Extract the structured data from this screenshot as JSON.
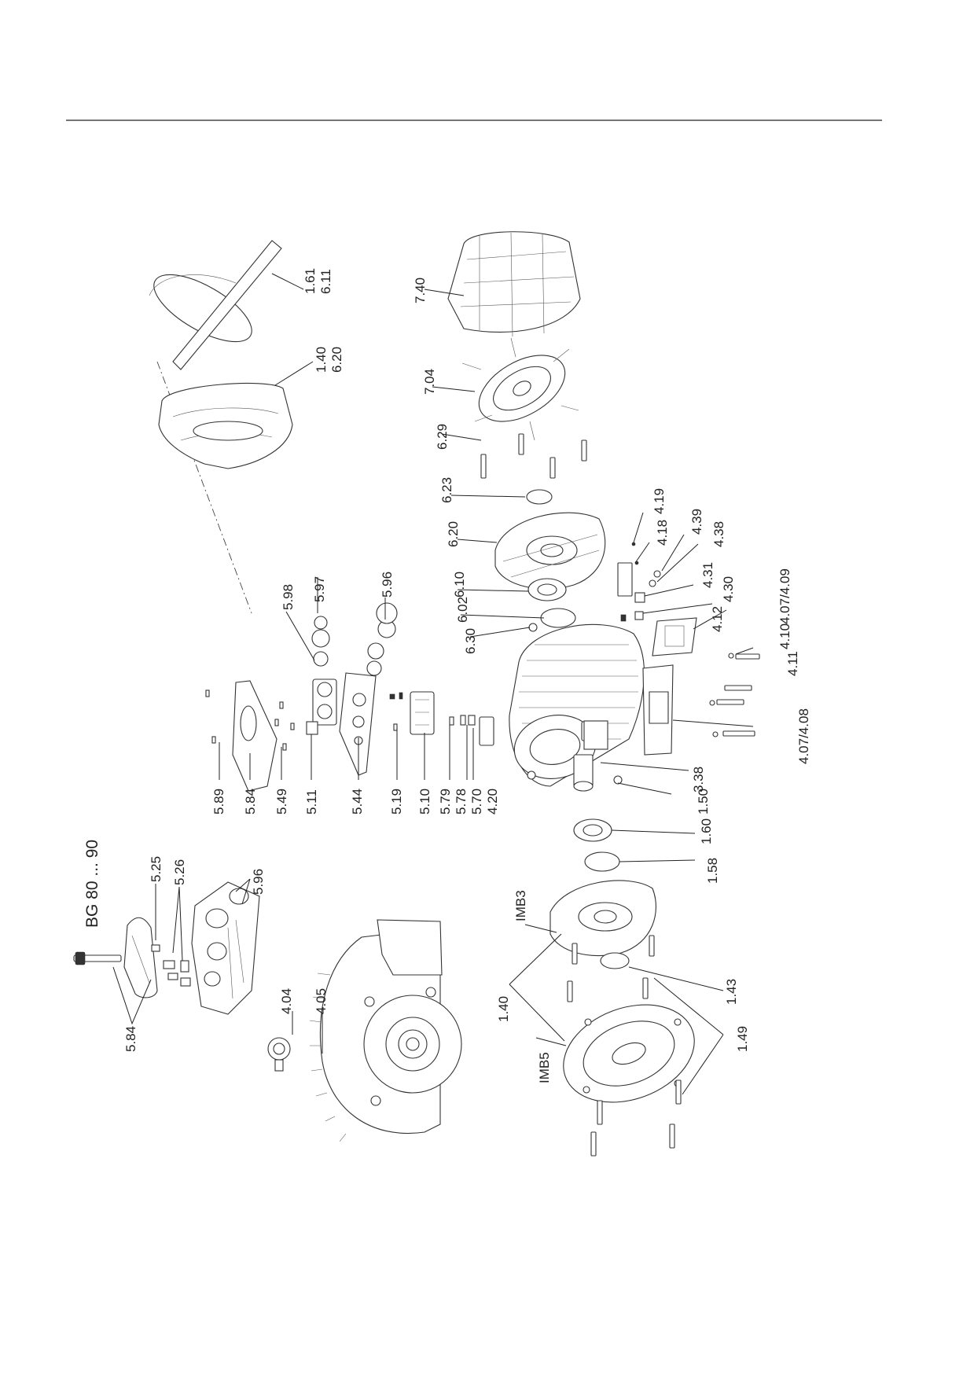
{
  "diagram": {
    "variant_label": "BG 80 ... 90",
    "labels": {
      "l_5_84_a": "5.84",
      "l_5_25": "5.25",
      "l_5_26": "5.26",
      "l_5_96_a": "5.96",
      "l_4_04": "4.04",
      "l_4_05": "4.05",
      "l_5_89": "5.89",
      "l_5_84_b": "5.84",
      "l_5_49": "5.49",
      "l_5_11": "5.11",
      "l_5_44": "5.44",
      "l_5_19": "5.19",
      "l_5_10": "5.10",
      "l_5_79": "5.79",
      "l_5_78": "5.78",
      "l_5_70": "5.70",
      "l_4_20": "4.20",
      "l_5_98": "5.98",
      "l_5_97": "5.97",
      "l_5_96_b": "5.96",
      "l_1_61": "1.61",
      "l_6_11": "6.11",
      "l_1_40_a": "1.40",
      "l_6_20_a": "6.20",
      "l_7_40": "7.40",
      "l_7_04": "7.04",
      "l_6_29": "6.29",
      "l_6_23": "6.23",
      "l_6_20_b": "6.20",
      "l_6_10": "6.10",
      "l_6_02": "6.02",
      "l_6_30": "6.30",
      "l_4_19": "4.19",
      "l_4_18": "4.18",
      "l_4_39": "4.39",
      "l_4_38": "4.38",
      "l_4_31": "4.31",
      "l_4_30": "4.30",
      "l_4_12": "4.12",
      "l_4_07_4_09": "4.07/4.09",
      "l_4_10": "4.10",
      "l_4_11": "4.11",
      "l_4_07_4_08": "4.07/4.08",
      "l_3_38": "3.38",
      "l_1_50": "1.50",
      "l_1_60": "1.60",
      "l_1_58": "1.58",
      "l_imb3": "IMB3",
      "l_1_40_b": "1.40",
      "l_imb5": "IMB5",
      "l_1_43": "1.43",
      "l_1_49": "1.49"
    }
  }
}
